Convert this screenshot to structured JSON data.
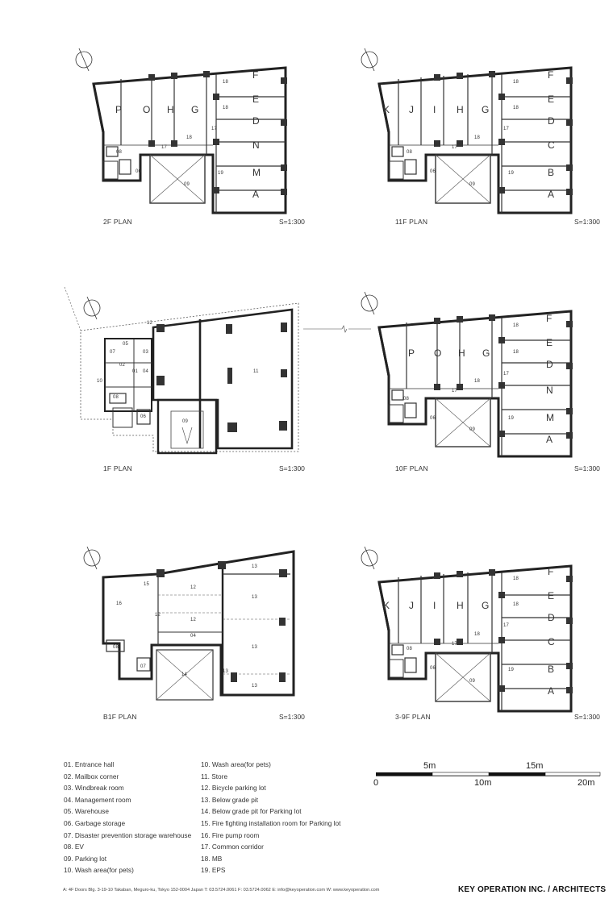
{
  "plans": {
    "p2f": {
      "title": "2F PLAN",
      "scale": "S=1:300",
      "units_left": [
        "P",
        "O",
        "H",
        "G"
      ],
      "units_right": [
        "F",
        "E",
        "D",
        "N",
        "M",
        "A"
      ],
      "rooms": {
        "r08": "08",
        "r06": "06",
        "r09": "09",
        "r17a": "17",
        "r17b": "17",
        "r18a": "18",
        "r18b": "18",
        "r18c": "18",
        "r19": "19"
      }
    },
    "p11f": {
      "title": "11F PLAN",
      "scale": "S=1:300",
      "units_left": [
        "K",
        "J",
        "I",
        "H",
        "G"
      ],
      "units_right": [
        "F",
        "E",
        "D",
        "C",
        "B",
        "A"
      ],
      "rooms": {
        "r08": "08",
        "r06": "06",
        "r09": "09",
        "r17a": "17",
        "r17b": "17",
        "r18a": "18",
        "r18b": "18",
        "r18c": "18",
        "r19": "19"
      }
    },
    "p1f": {
      "title": "1F PLAN",
      "scale": "S=1:300",
      "rooms": {
        "r01": "01",
        "r02": "02",
        "r03": "03",
        "r04": "04",
        "r05": "05",
        "r06": "06",
        "r07": "07",
        "r08": "08",
        "r09": "09",
        "r10": "10",
        "r11": "11",
        "r12": "12"
      }
    },
    "p10f": {
      "title": "10F PLAN",
      "scale": "S=1:300",
      "units_left": [
        "P",
        "O",
        "H",
        "G"
      ],
      "units_right": [
        "F",
        "E",
        "D",
        "N",
        "M",
        "A"
      ],
      "rooms": {
        "r08": "08",
        "r06": "06",
        "r09": "09",
        "r17a": "17",
        "r17b": "17",
        "r18a": "18",
        "r18b": "18",
        "r18c": "18",
        "r19": "19"
      }
    },
    "pb1f": {
      "title": "B1F PLAN",
      "scale": "S=1:300",
      "rooms": {
        "r15": "15",
        "r16": "16",
        "r12a": "12",
        "r12b": "12",
        "r12c": "12",
        "r04": "04",
        "r08": "08",
        "r07": "07",
        "r14": "14",
        "r13a": "13",
        "r13b": "13",
        "r13c": "13",
        "r13d": "13",
        "r13e": "13"
      }
    },
    "p39f": {
      "title": "3-9F PLAN",
      "scale": "S=1:300",
      "units_left": [
        "K",
        "J",
        "I",
        "H",
        "G"
      ],
      "units_right": [
        "F",
        "E",
        "D",
        "C",
        "B",
        "A"
      ],
      "rooms": {
        "r08": "08",
        "r06": "06",
        "r09": "09",
        "r17a": "17",
        "r17b": "17",
        "r18a": "18",
        "r18b": "18",
        "r18c": "18",
        "r19": "19"
      }
    }
  },
  "legend_left": [
    "01. Entrance hall",
    "02. Mailbox corner",
    "03. Windbreak room",
    "04. Management room",
    "05. Warehouse",
    "06. Garbage storage",
    "07. Disaster prevention storage warehouse",
    "08. EV",
    "09. Parking lot",
    "10. Wash area(for pets)"
  ],
  "legend_right": [
    "10. Wash area(for pets)",
    "11. Store",
    "12. Bicycle parking lot",
    "13. Below grade pit",
    "14. Below grade pit for Parking lot",
    "15. Fire fighting installation room for Parking lot",
    "16. Fire pump room",
    "17. Common corridor",
    "18. MB",
    "19. EPS"
  ],
  "scale_bar": {
    "top_labels": [
      "5m",
      "15m"
    ],
    "bottom_labels": [
      "0",
      "10m",
      "20m"
    ]
  },
  "footer": {
    "address": "A: 4F Doors Blg. 3-19-10 Takaban, Meguro-ku, Tokyo 152-0004 Japan T: 03.5724.0061 F: 03.5724.0062 E: info@keyoperation.com W: www.keyoperation.com",
    "brand": "KEY OPERATION INC. / ARCHITECTS"
  }
}
